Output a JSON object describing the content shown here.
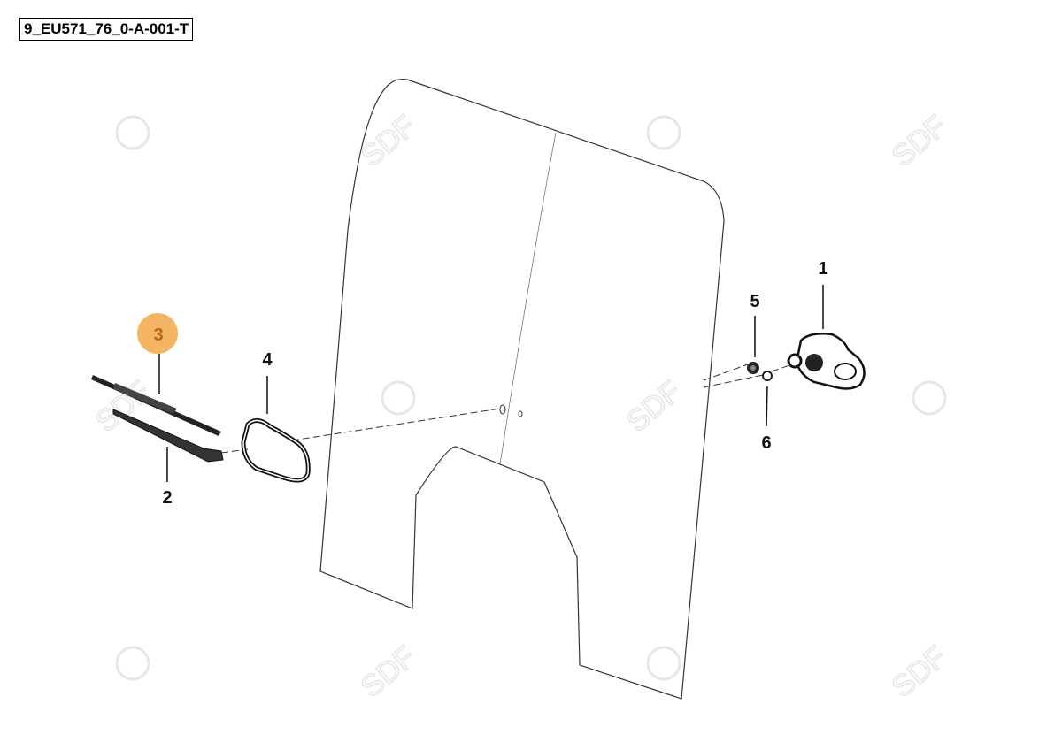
{
  "diagram_id": "9_EU571_76_0-A-001-T",
  "watermark_text": "SDF",
  "highlight_color": "#f5b461",
  "callouts": [
    {
      "label": "1",
      "part": "wiper-motor"
    },
    {
      "label": "2",
      "part": "wiper-arm"
    },
    {
      "label": "3",
      "part": "wiper-blade",
      "highlighted": true
    },
    {
      "label": "4",
      "part": "gasket"
    },
    {
      "label": "5",
      "part": "nut"
    },
    {
      "label": "6",
      "part": "washer"
    }
  ]
}
